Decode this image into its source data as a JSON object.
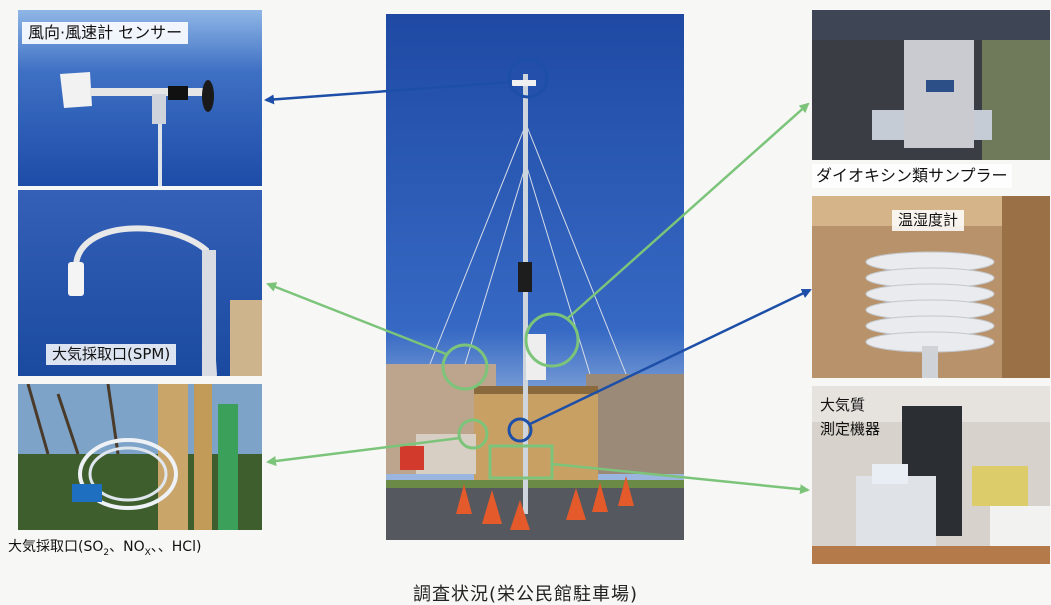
{
  "labels": {
    "wind_sensor": "風向·風速計 センサー",
    "spm_intake": "大気採取口(SPM)",
    "gas_intake_prefix": "大気採取口(SO",
    "gas_intake_sub1": "2",
    "gas_intake_mid": "、NO",
    "gas_intake_sub2": "X",
    "gas_intake_suffix": "、、HCl)",
    "dioxin_sampler": "ダイオキシン類サンプラー",
    "thermo_hygrometer": "温湿度計",
    "air_quality_line1": "大気質",
    "air_quality_line2": "測定機器"
  },
  "caption": "調査状況(栄公民館駐車場)",
  "colors": {
    "sky": "#1f4ea8",
    "arrow_blue": "#1d4fa8",
    "arrow_green": "#7bc47a"
  }
}
